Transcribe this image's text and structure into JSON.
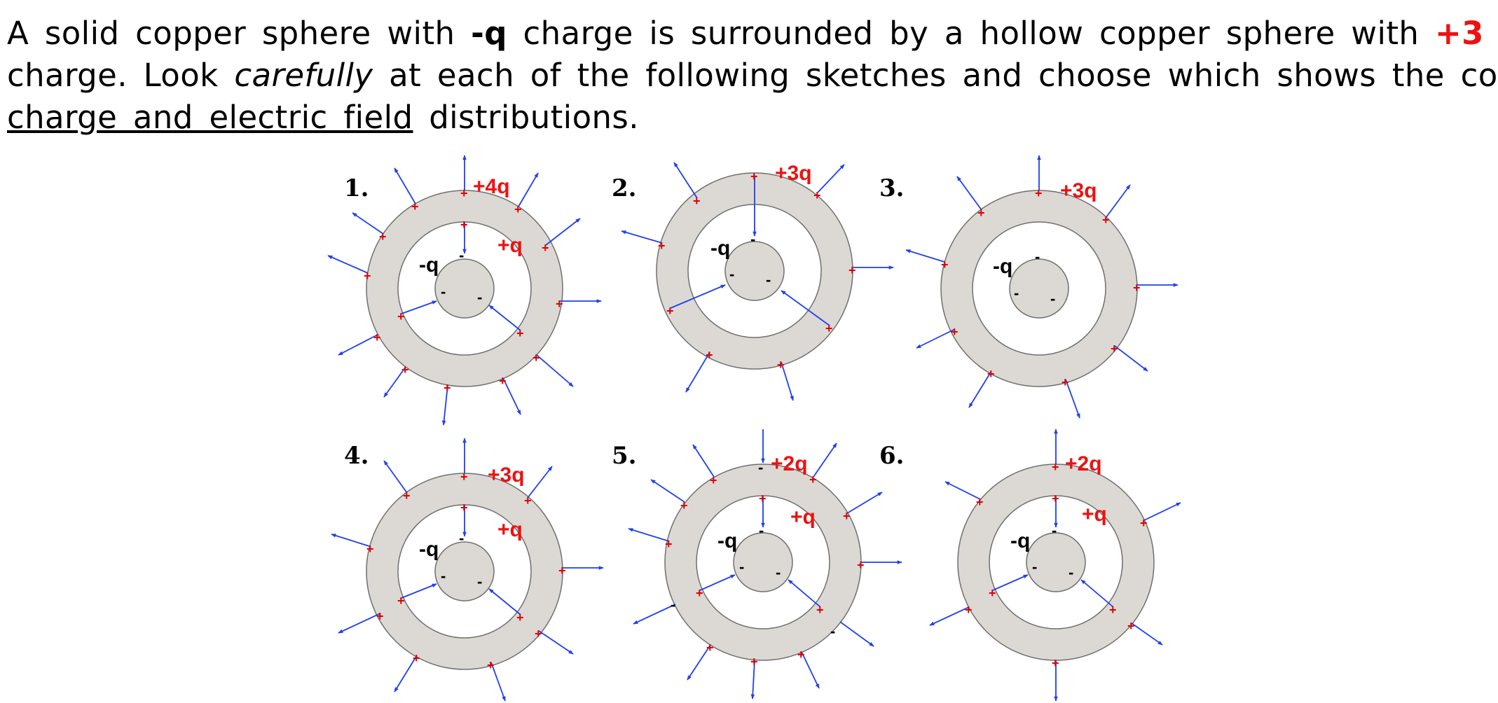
{
  "question": {
    "line1_a": "A solid copper sphere with ",
    "line1_b": "-q",
    "line1_c": " charge is surrounded by a hollow copper sphere with ",
    "line1_d": "+3",
    "line2_a": "charge. Look ",
    "line2_b": "carefully",
    "line2_c": " at each of the following sketches and choose which shows the corre",
    "line3_a": "charge and electric field",
    "line3_b": " distributions."
  },
  "colors": {
    "shell_fill": "#dcd9d4",
    "outline": "#6f6f6f",
    "arrow": "#1f3ff0",
    "plus": "#e00000",
    "minus": "#000000",
    "charge_label_red": "#ee1111"
  },
  "sketches": [
    {
      "number": "1.",
      "outer_label": "+4q",
      "inner_label": "+q",
      "core_label": "-q"
    },
    {
      "number": "2.",
      "outer_label": "+3q",
      "inner_label": "",
      "core_label": "-q"
    },
    {
      "number": "3.",
      "outer_label": "+3q",
      "inner_label": "",
      "core_label": "-q"
    },
    {
      "number": "4.",
      "outer_label": "+3q",
      "inner_label": "+q",
      "core_label": "-q"
    },
    {
      "number": "5.",
      "outer_label": "+2q",
      "inner_label": "+q",
      "core_label": "-q"
    },
    {
      "number": "6.",
      "outer_label": "+2q",
      "inner_label": "+q",
      "core_label": "-q"
    }
  ]
}
